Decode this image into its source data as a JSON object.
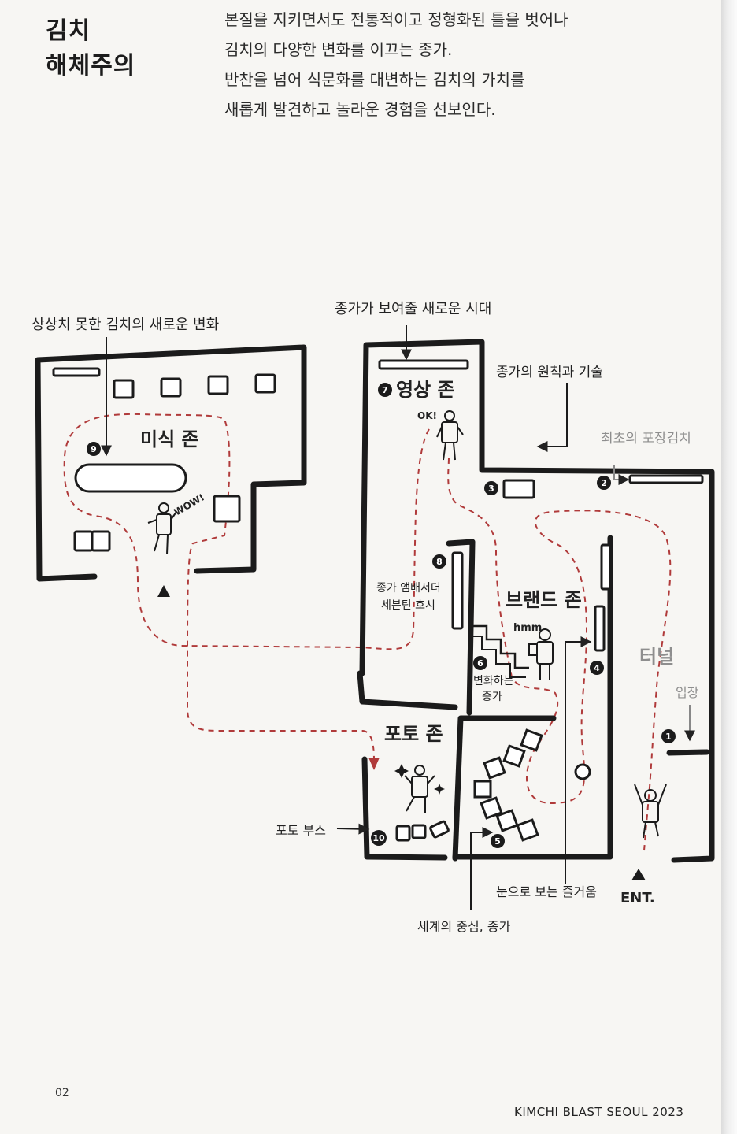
{
  "header": {
    "title_line1": "김치",
    "title_line2": "해체주의",
    "intro": [
      "본질을 지키면서도 전통적이고 정형화된 틀을 벗어나",
      "김치의 다양한 변화를 이끄는 종가.",
      "반찬을 넘어 식문화를 대변하는 김치의 가치를",
      "새롭게 발견하고 놀라운 경험을 선보인다."
    ]
  },
  "map": {
    "zones": {
      "misik": "미식 존",
      "video": "영상 존",
      "brand": "브랜드 존",
      "photo": "포토 존",
      "tunnel": "터널"
    },
    "callouts": {
      "c1": "상상치 못한 김치의 새로운 변화",
      "c2": "종가가 보여줄 새로운 시대",
      "c3": "종가의 원칙과 기술",
      "c4": "최초의 포장김치",
      "c5": "입장",
      "c6_line1": "종가 앰배서더",
      "c6_line2": "세븐틴 호시",
      "c7_line1": "변화하는",
      "c7_line2": "종가",
      "c8": "포토 부스",
      "c9": "눈으로 보는 즐거움",
      "c10": "세계의 중심, 종가",
      "ent": "ENT."
    },
    "exclamations": {
      "wow": "WOW!",
      "ok": "OK!",
      "hmm": "hmm"
    },
    "markers": [
      "1",
      "2",
      "3",
      "4",
      "5",
      "6",
      "7",
      "8",
      "9",
      "10"
    ],
    "path_color": "#b03a3a"
  },
  "footer": {
    "page_number": "02",
    "brand": "KIMCHI BLAST SEOUL 2023"
  }
}
